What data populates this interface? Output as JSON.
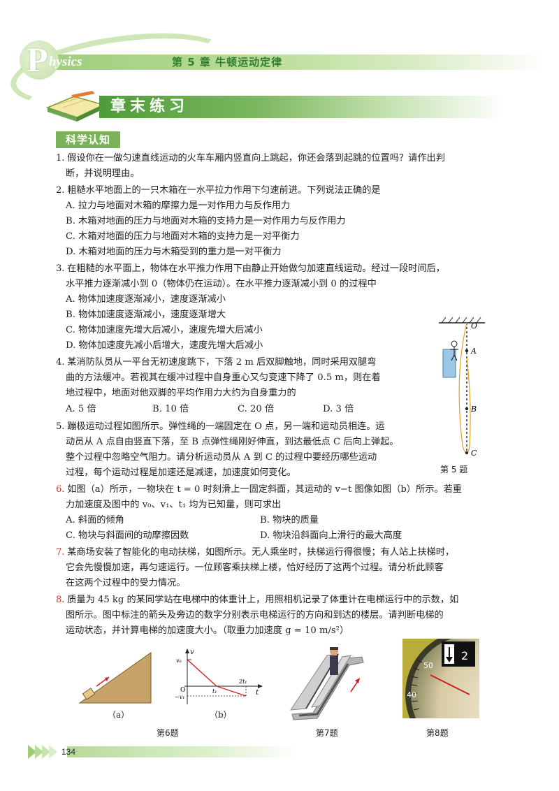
{
  "header": {
    "logo_letter": "P",
    "logo_rest": "hysics",
    "chapter": "第 5 章   牛顿运动定律"
  },
  "section": {
    "title": "章末练习",
    "subtitle": "科学认知"
  },
  "questions": [
    {
      "num": "1.",
      "lines": [
        "假设你在一做匀速直线运动的火车车厢内竖直向上跳起，你还会落到起跳的位置吗？请作出判",
        "断，并说明理由。"
      ]
    },
    {
      "num": "2.",
      "lines": [
        "粗糙水平地面上的一只木箱在一水平拉力作用下匀速前进。下列说法正确的是"
      ],
      "options": [
        "A. 拉力与地面对木箱的摩擦力是一对作用力与反作用力",
        "B. 木箱对地面的压力与地面对木箱的支持力是一对作用力与反作用力",
        "C. 木箱对地面的压力与地面对木箱的支持力是一对平衡力",
        "D. 木箱对地面的压力与木箱受到的重力是一对平衡力"
      ]
    },
    {
      "num": "3.",
      "lines": [
        "在粗糙的水平面上，物体在水平推力作用下由静止开始做匀加速直线运动。经过一段时间后，",
        "水平推力逐渐减小到 0（物体仍在运动）。在水平推力逐渐减小到 0 的过程中"
      ],
      "options": [
        "A. 物体加速度逐渐减小，速度逐渐减小",
        "B. 物体加速度逐渐减小，速度逐渐增大",
        "C. 物体加速度先增大后减小，速度先增大后减小",
        "D. 物体加速度先减小后增大，速度先增大后减小"
      ]
    },
    {
      "num": "4.",
      "lines": [
        "某消防队员从一平台无初速度跳下，下落 2 m 后双脚触地，同时采用双腿弯",
        "曲的方法缓冲。若视其在缓冲过程中自身重心又匀变速下降了 0.5 m，则在着",
        "地过程中，地面对他双脚的平均作用力大约为自身重力的"
      ],
      "options": [
        "A. 5 倍",
        "B. 10 倍",
        "C. 20 倍",
        "D. 3 倍"
      ]
    },
    {
      "num": "5.",
      "lines": [
        "蹦极运动过程如图所示。弹性绳的一端固定在 O 点，另一端和运动员相连。运",
        "动员从 A 点自由竖直下落，至 B 点弹性绳刚好伸直，到达最低点 C 后向上弹起。",
        "整个过程中忽略空气阻力。请分析运动员从 A 到 C 的过程中要经历哪些运动",
        "过程，每个运动过程是加速还是减速，加速度如何变化。"
      ]
    },
    {
      "num": "6.",
      "lines": [
        "如图（a）所示，一物块在 t = 0 时刻滑上一固定斜面，其运动的 v−t 图像如图（b）所示。若重",
        "力加速度及图中的 v₀、v₁、t₁ 均为已知量，则可求出"
      ],
      "options": [
        "A. 斜面的倾角",
        "B. 物块的质量",
        "C. 物块与斜面间的动摩擦因数",
        "D. 物块沿斜面向上滑行的最大高度"
      ]
    },
    {
      "num": "7.",
      "lines": [
        "某商场安装了智能化的电动扶梯，如图所示。无人乘坐时，扶梯运行得很慢；有人站上扶梯时，",
        "它会先慢慢加速，再匀速运行。一位顾客乘扶梯上楼，恰好经历了这两个过程。请分析此顾客",
        "在这两个过程中的受力情况。"
      ]
    },
    {
      "num": "8.",
      "lines": [
        "质量为 45 kg 的某同学站在电梯中的体重计上，用照相机记录了体重计在电梯运行中的示数，如",
        "图所示。图中标注的箭头及旁边的数字分别表示电梯运行的方向和到达的楼层。请判断电梯的",
        "运动状态，并计算电梯的加速度大小。（取重力加速度 g = 10 m/s²）"
      ]
    }
  ],
  "figures": {
    "fig5": {
      "caption": "第 5 题",
      "labels": [
        "O",
        "A",
        "B",
        "C"
      ]
    },
    "fig6a_caption": "（a）",
    "fig6b": {
      "caption": "（b）",
      "axis_v": "v",
      "axis_t": "t",
      "origin": "O",
      "v0": "v₀",
      "neg_v1": "−v₁",
      "t1": "t₁",
      "t2": "2t₁"
    },
    "fig6_caption": "第6题",
    "fig7_caption": "第7题",
    "fig8": {
      "caption": "第8题",
      "scale_50": "50",
      "scale_40": "40",
      "floor": "2",
      "arrow_icon": "down-arrow-icon"
    }
  },
  "footer": {
    "page_number": "134"
  },
  "colors": {
    "accent_green": "#7ab35a",
    "question_red": "#d6332b"
  }
}
